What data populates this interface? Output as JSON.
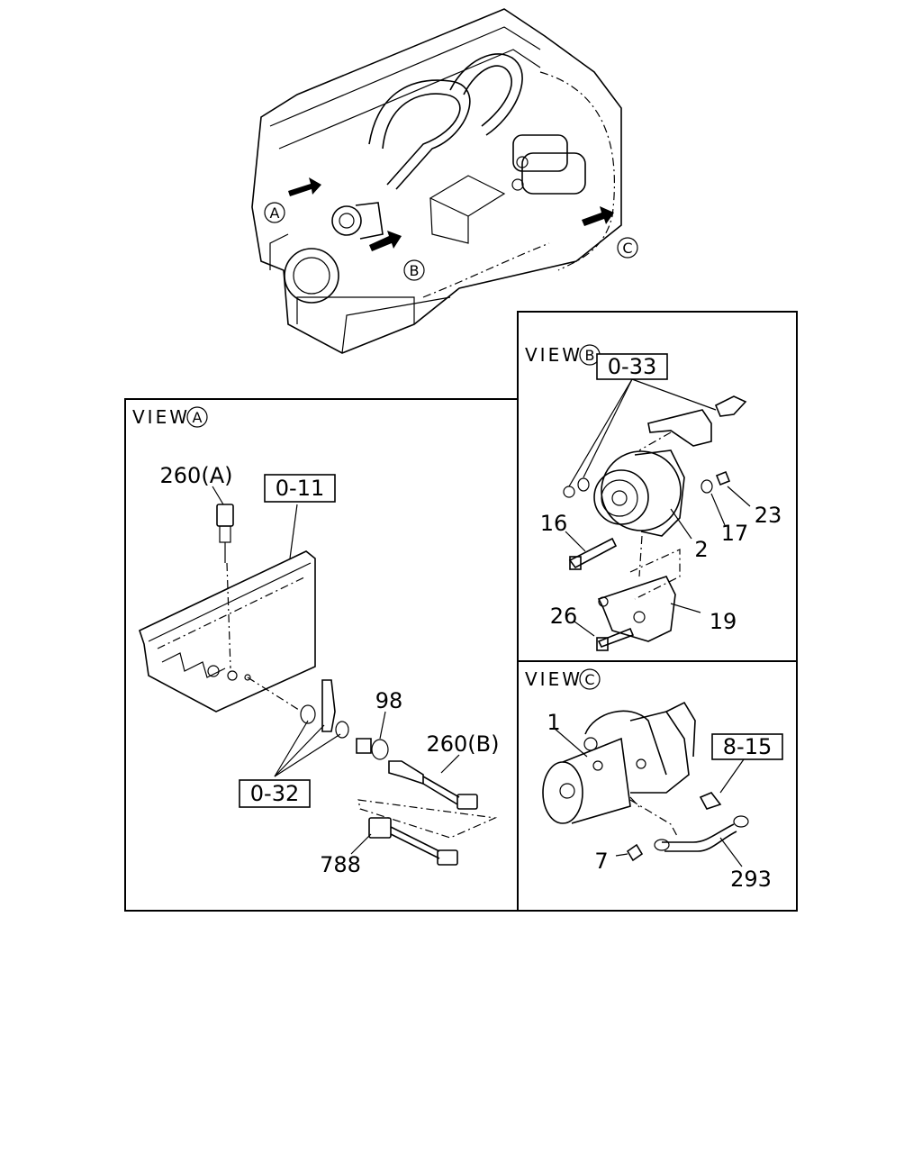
{
  "overview": {
    "callouts": [
      "A",
      "B",
      "C"
    ]
  },
  "view_a": {
    "title": "VIEW",
    "letter": "A",
    "refs": [
      "0-11",
      "0-32"
    ],
    "parts": [
      "260(A)",
      "98",
      "260(B)",
      "788"
    ]
  },
  "view_b": {
    "title": "VIEW",
    "letter": "B",
    "refs": [
      "0-33"
    ],
    "parts": [
      "16",
      "2",
      "17",
      "23",
      "26",
      "19"
    ]
  },
  "view_c": {
    "title": "VIEW",
    "letter": "C",
    "refs": [
      "8-15"
    ],
    "parts": [
      "1",
      "7",
      "293"
    ]
  }
}
